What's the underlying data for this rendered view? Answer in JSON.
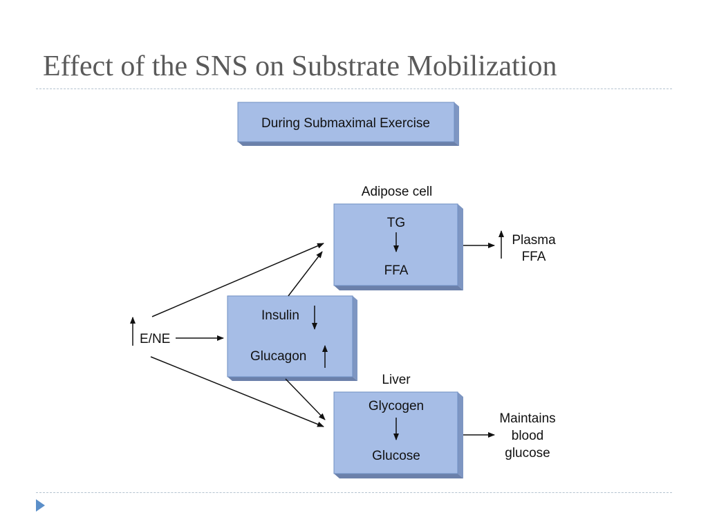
{
  "slide": {
    "title": "Effect of the SNS on Substrate Mobilization"
  },
  "diagram": {
    "header_box": "During Submaximal Exercise",
    "source": "E/NE",
    "hormone_box": {
      "insulin": "Insulin",
      "glucagon": "Glucagon"
    },
    "adipose": {
      "caption": "Adipose cell",
      "top": "TG",
      "bottom": "FFA"
    },
    "liver": {
      "caption": "Liver",
      "top": "Glycogen",
      "bottom": "Glucose"
    },
    "adipose_outcome": [
      "Plasma",
      "FFA"
    ],
    "liver_outcome": [
      "Maintains",
      "blood",
      "glucose"
    ]
  },
  "colors": {
    "box_fill": "#a6bde6",
    "title_text": "#5a5a5a",
    "rule": "#b3c2cf",
    "bullet": "#5b8fc9"
  }
}
